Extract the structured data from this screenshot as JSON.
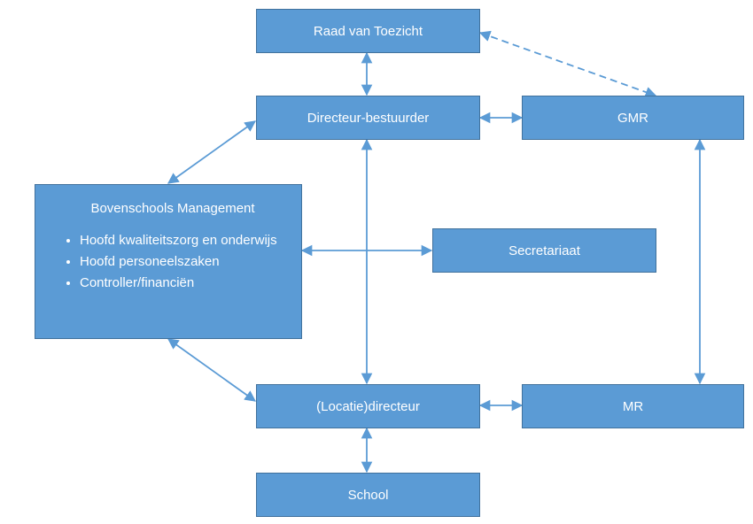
{
  "nodes": {
    "raad": "Raad van Toezicht",
    "directeur_bestuurder": "Directeur-bestuurder",
    "gmr": "GMR",
    "bovenschools": {
      "title": "Bovenschools Management",
      "items": [
        "Hoofd kwaliteitszorg en onderwijs",
        "Hoofd personeelszaken",
        "Controller/financiën"
      ]
    },
    "secretariaat": "Secretariaat",
    "locatiedirecteur": "(Locatie)directeur",
    "mr": "MR",
    "school": "School"
  },
  "edges": [
    {
      "from": "Raad van Toezicht",
      "to": "Directeur-bestuurder",
      "style": "solid",
      "direction": "both"
    },
    {
      "from": "Raad van Toezicht",
      "to": "GMR",
      "style": "dashed",
      "direction": "both"
    },
    {
      "from": "Directeur-bestuurder",
      "to": "GMR",
      "style": "solid",
      "direction": "both"
    },
    {
      "from": "Directeur-bestuurder",
      "to": "Bovenschools Management",
      "style": "solid",
      "direction": "both"
    },
    {
      "from": "Directeur-bestuurder",
      "to": "(Locatie)directeur",
      "style": "solid",
      "direction": "both"
    },
    {
      "from": "Bovenschools Management",
      "to": "Secretariaat",
      "style": "solid",
      "direction": "both"
    },
    {
      "from": "Bovenschools Management",
      "to": "(Locatie)directeur",
      "style": "solid",
      "direction": "both"
    },
    {
      "from": "GMR",
      "to": "MR",
      "style": "solid",
      "direction": "both"
    },
    {
      "from": "(Locatie)directeur",
      "to": "MR",
      "style": "solid",
      "direction": "both"
    },
    {
      "from": "(Locatie)directeur",
      "to": "School",
      "style": "solid",
      "direction": "both"
    }
  ],
  "colors": {
    "box_fill": "#5b9bd5",
    "box_border": "#41719c",
    "text": "#ffffff",
    "arrow": "#5b9bd5"
  }
}
